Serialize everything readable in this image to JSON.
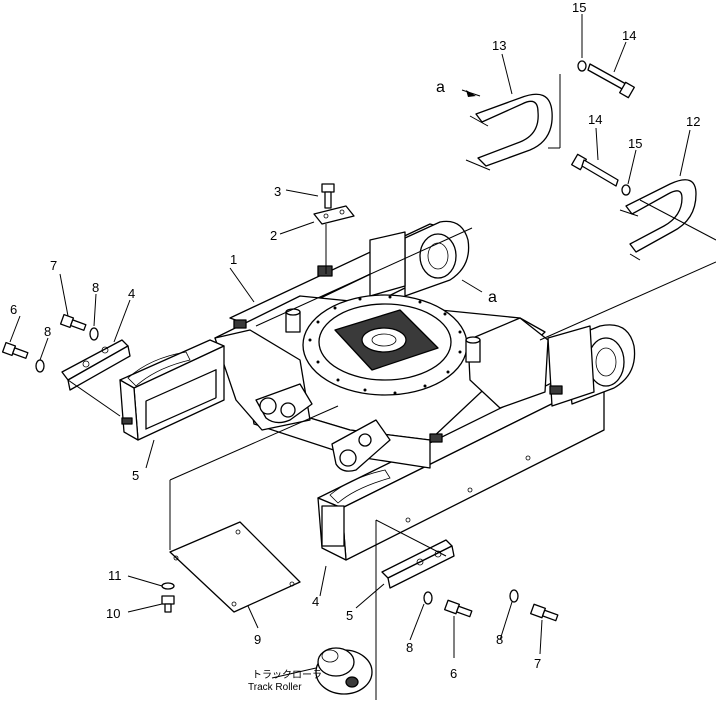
{
  "callouts": {
    "c1": "1",
    "c2": "2",
    "c3": "3",
    "c4a": "4",
    "c4b": "4",
    "c5a": "5",
    "c5b": "5",
    "c6a": "6",
    "c6b": "6",
    "c7a": "7",
    "c7b": "7",
    "c8a": "8",
    "c8b": "8",
    "c8c": "8",
    "c8d": "8",
    "c9": "9",
    "c10": "10",
    "c11": "11",
    "c12": "12",
    "c13": "13",
    "c14a": "14",
    "c14b": "14",
    "c15a": "15",
    "c15b": "15",
    "ca1": "a",
    "ca2": "a"
  },
  "track_roller": {
    "label_jp": "トラックローラ",
    "label_en": "Track Roller"
  }
}
